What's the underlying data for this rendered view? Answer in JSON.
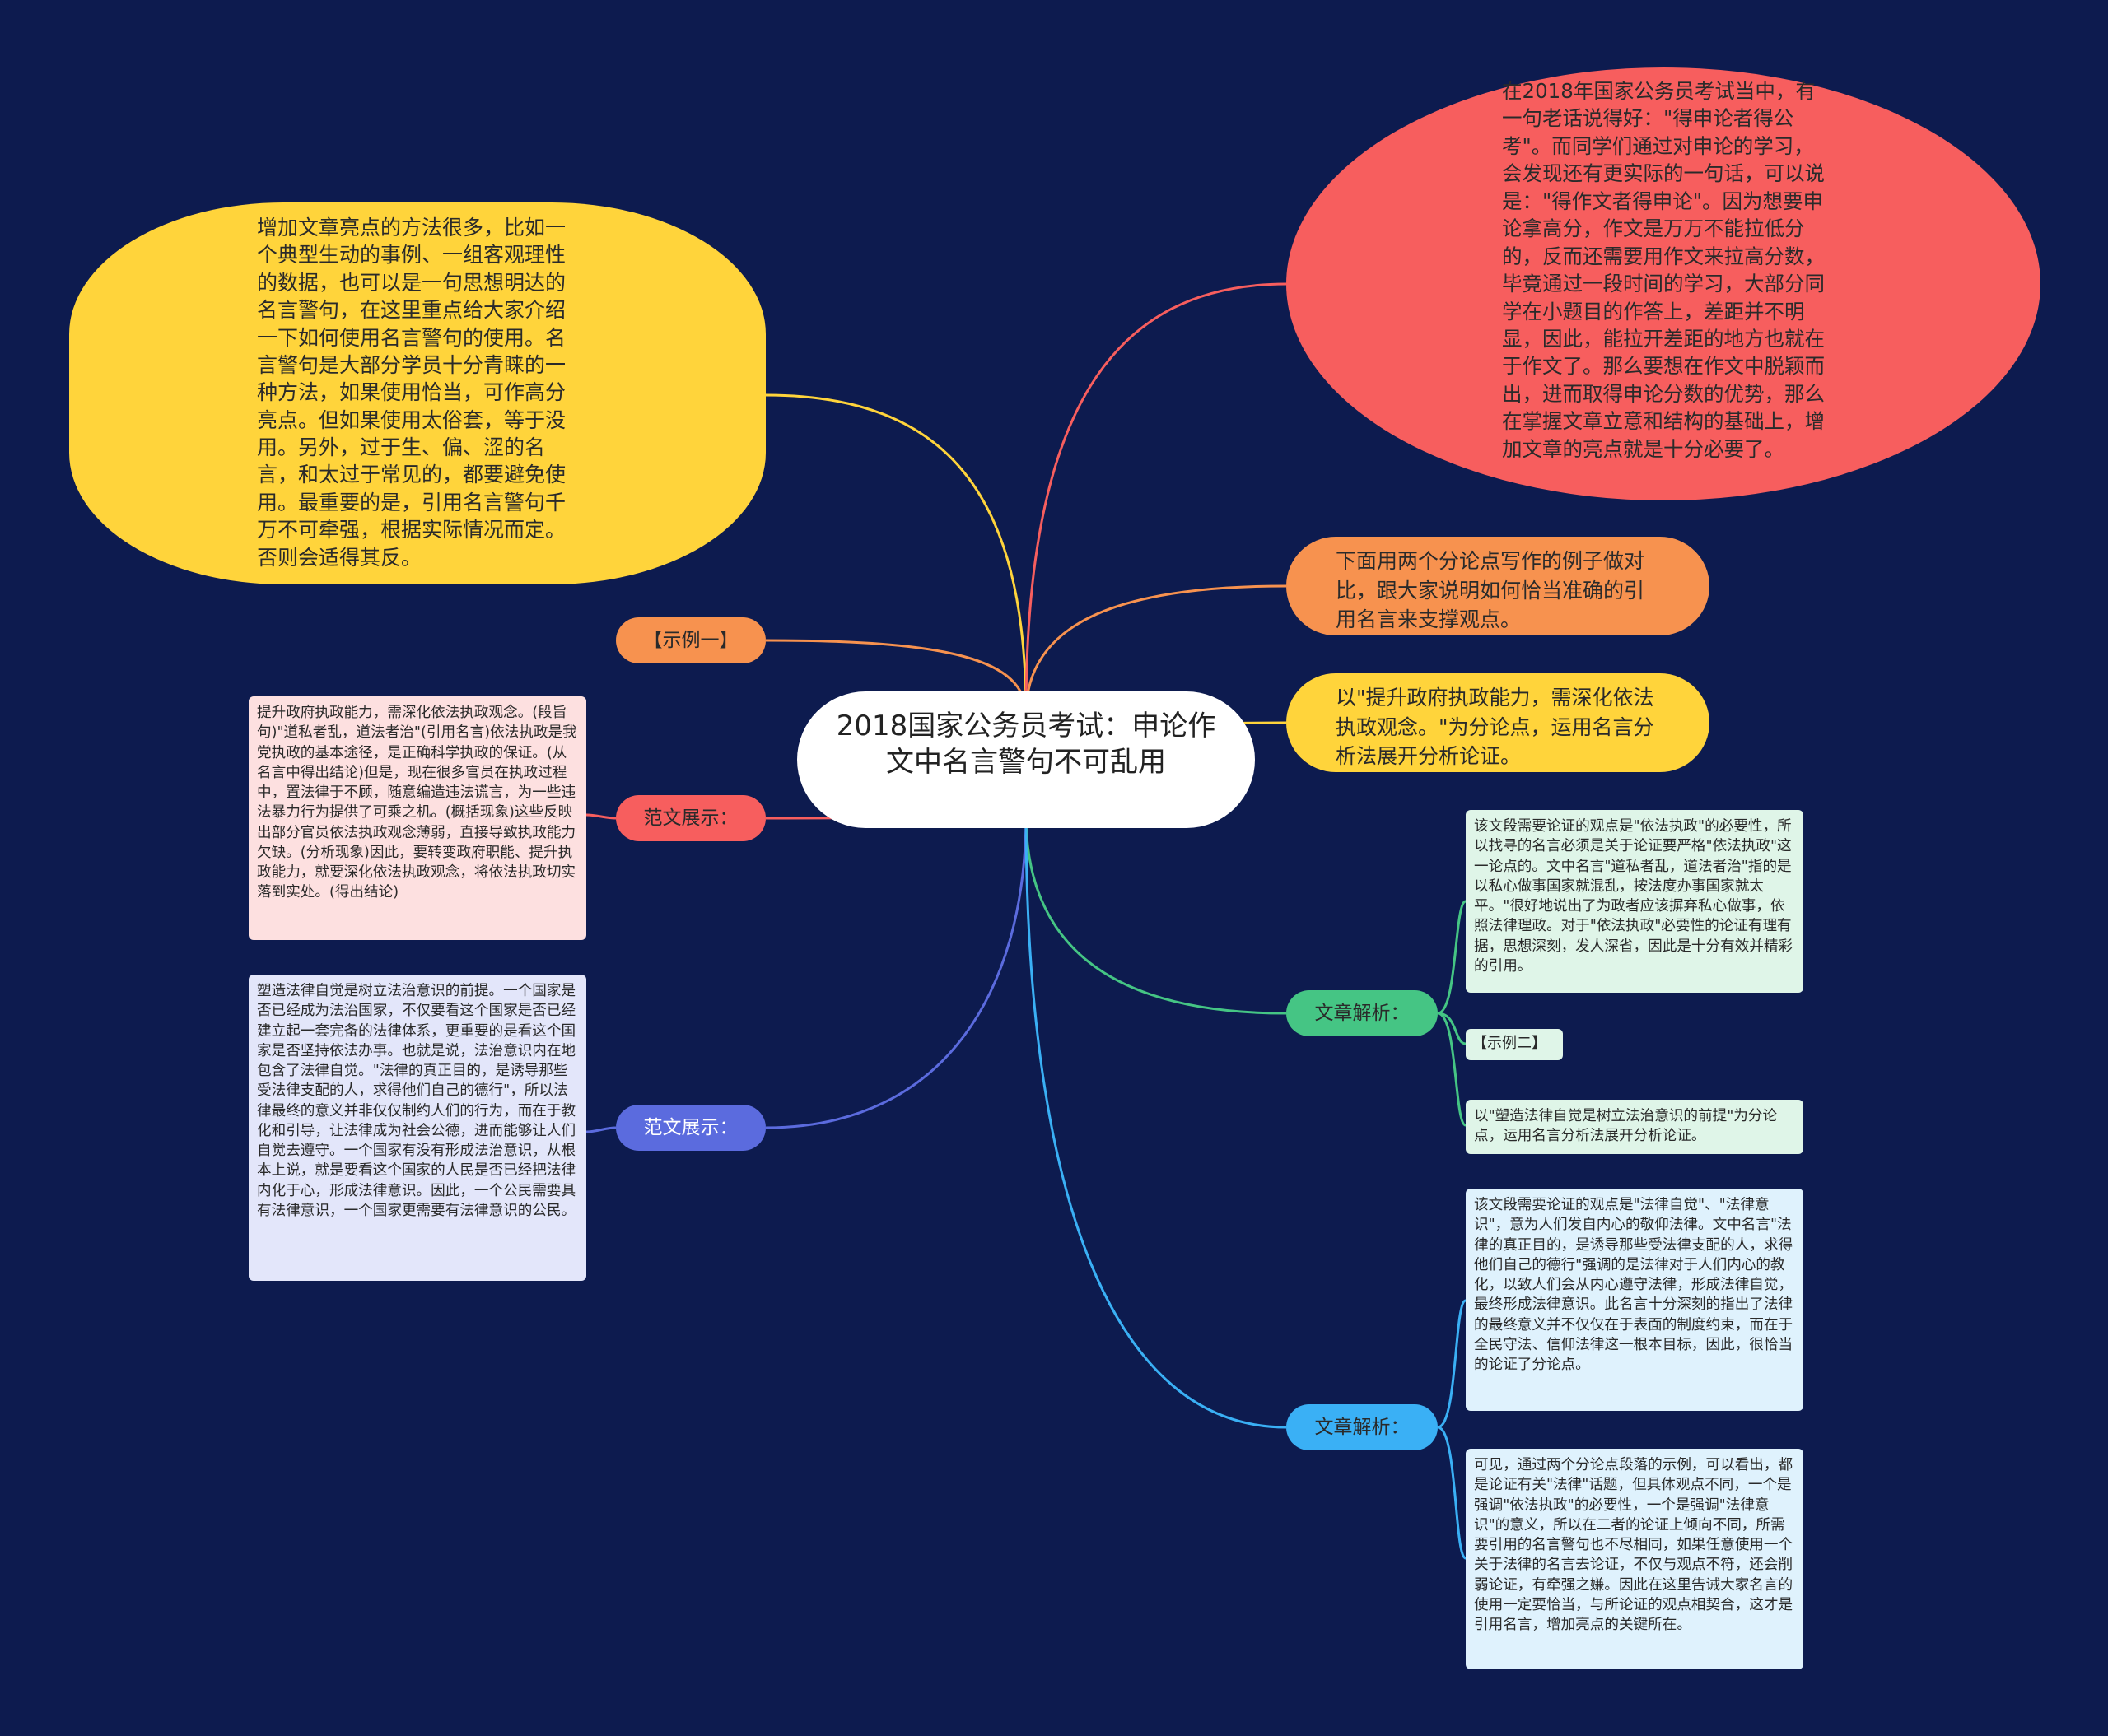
{
  "colors": {
    "background": "#0d1b4f",
    "yellow": "#ffd43b",
    "red": "#f75e5e",
    "orange": "#f7924f",
    "green": "#45c584",
    "blue": "#3ab0f5",
    "purple": "#5b6bde"
  },
  "center": {
    "title": "2018国家公务员考试：申论作文中名言警句不可乱用"
  },
  "left": {
    "intro_blob": "增加文章亮点的方法很多，比如一个典型生动的事例、一组客观理性的数据，也可以是一句思想明达的名言警句，在这里重点给大家介绍一下如何使用名言警句的使用。名言警句是大部分学员十分青睐的一种方法，如果使用恰当，可作高分亮点。但如果使用太俗套，等于没用。另外，过于生、偏、涩的名言，和太过于常见的，都要避免使用。最重要的是，引用名言警句千万不可牵强，根据实际情况而定。否则会适得其反。",
    "example_one_label": "【示例一】",
    "sample_one_label": "范文展示：",
    "sample_one_text": "提升政府执政能力，需深化依法执政观念。(段旨句)\"道私者乱，道法者治\"(引用名言)依法执政是我党执政的基本途径，是正确科学执政的保证。(从名言中得出结论)但是，现在很多官员在执政过程中，置法律于不顾，随意编造违法谎言，为一些违法暴力行为提供了可乘之机。(概括现象)这些反映出部分官员依法执政观念薄弱，直接导致执政能力欠缺。(分析现象)因此，要转变政府职能、提升执政能力，就要深化依法执政观念，将依法执政切实落到实处。(得出结论)",
    "sample_two_label": "范文展示：",
    "sample_two_text": "塑造法律自觉是树立法治意识的前提。一个国家是否已经成为法治国家，不仅要看这个国家是否已经建立起一套完备的法律体系，更重要的是看这个国家是否坚持依法办事。也就是说，法治意识内在地包含了法律自觉。\"法律的真正目的，是诱导那些受法律支配的人，求得他们自己的德行\"，所以法律最终的意义并非仅仅制约人们的行为，而在于教化和引导，让法律成为社会公德，进而能够让人们自觉去遵守。一个国家有没有形成法治意识，从根本上说，就是要看这个国家的人民是否已经把法律内化于心，形成法律意识。因此，一个公民需要具有法律意识，一个国家更需要有法律意识的公民。"
  },
  "right": {
    "intro_blob": "在2018年国家公务员考试当中，有一句老话说得好：\"得申论者得公考\"。而同学们通过对申论的学习，会发现还有更实际的一句话，可以说是：\"得作文者得申论\"。因为想要申论拿高分，作文是万万不能拉低分的，反而还需要用作文来拉高分数，毕竟通过一段时间的学习，大部分同学在小题目的作答上，差距并不明显，因此，能拉开差距的地方也就在于作文了。那么要想在作文中脱颖而出，进而取得申论分数的优势，那么在掌握文章立意和结构的基础上，增加文章的亮点就是十分必要了。",
    "orange_pill": "下面用两个分论点写作的例子做对比，跟大家说明如何恰当准确的引用名言来支撑观点。",
    "yellow_pill": "以\"提升政府执政能力，需深化依法执政观念。\"为分论点，运用名言分析法展开分析论证。",
    "analysis_one_label": "文章解析：",
    "analysis_one_card": "该文段需要论证的观点是\"依法执政\"的必要性，所以找寻的名言必须是关于论证要严格\"依法执政\"这一论点的。文中名言\"道私者乱，道法者治\"指的是以私心做事国家就混乱，按法度办事国家就太平。\"很好地说出了为政者应该摒弃私心做事，依照法律理政。对于\"依法执政\"必要性的论证有理有据，思想深刻，发人深省，因此是十分有效并精彩的引用。",
    "example_two_label": "【示例二】",
    "example_two_card": "以\"塑造法律自觉是树立法治意识的前提\"为分论点，运用名言分析法展开分析论证。",
    "analysis_two_label": "文章解析：",
    "analysis_two_card_a": "该文段需要论证的观点是\"法律自觉\"、\"法律意识\"，意为人们发自内心的敬仰法律。文中名言\"法律的真正目的，是诱导那些受法律支配的人，求得他们自己的德行\"强调的是法律对于人们内心的教化，以致人们会从内心遵守法律，形成法律自觉，最终形成法律意识。此名言十分深刻的指出了法律的最终意义并不仅仅在于表面的制度约束，而在于全民守法、信仰法律这一根本目标，因此，很恰当的论证了分论点。",
    "analysis_two_card_b": "可见，通过两个分论点段落的示例，可以看出，都是论证有关\"法律\"话题，但具体观点不同，一个是强调\"依法执政\"的必要性，一个是强调\"法律意识\"的意义，所以在二者的论证上倾向不同，所需要引用的名言警句也不尽相同，如果任意使用一个关于法律的名言去论证，不仅与观点不符，还会削弱论证，有牵强之嫌。因此在这里告诫大家名言的使用一定要恰当，与所论证的观点相契合，这才是引用名言，增加亮点的关键所在。"
  }
}
